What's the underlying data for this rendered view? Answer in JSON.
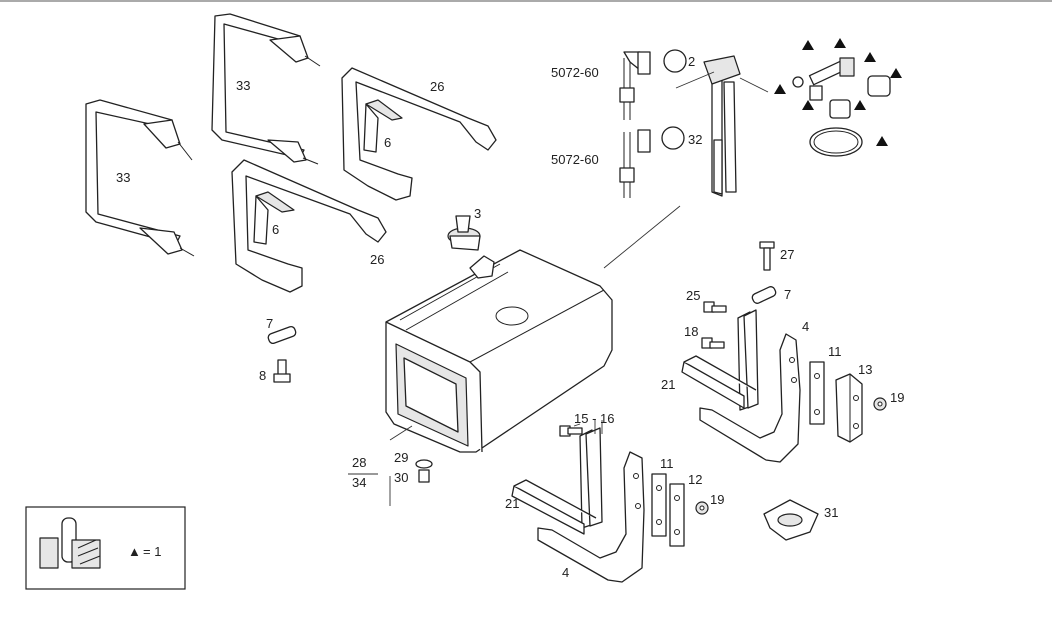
{
  "diagram": {
    "labels": {
      "p33a": "33",
      "p33b": "33",
      "p26a": "26",
      "p26b": "26",
      "p6a": "6",
      "p6b": "6",
      "p3": "3",
      "p2": "2",
      "p32": "32",
      "sensor_a": "5072-60",
      "sensor_b": "5072-60",
      "p27": "27",
      "p25": "25",
      "p7a": "7",
      "p7b": "7",
      "p18": "18",
      "p4a": "4",
      "p4b": "4",
      "p11a": "11",
      "p11b": "11",
      "p13": "13",
      "p19a": "19",
      "p19b": "19",
      "p21a": "21",
      "p21b": "21",
      "p15_16": "15 - 16",
      "p12": "12",
      "p31": "31",
      "p8": "8",
      "p28": "28",
      "p34": "34",
      "p29": "29",
      "p30": "30"
    },
    "legend": {
      "symbol": "▲",
      "equals_text": "= 1"
    }
  }
}
